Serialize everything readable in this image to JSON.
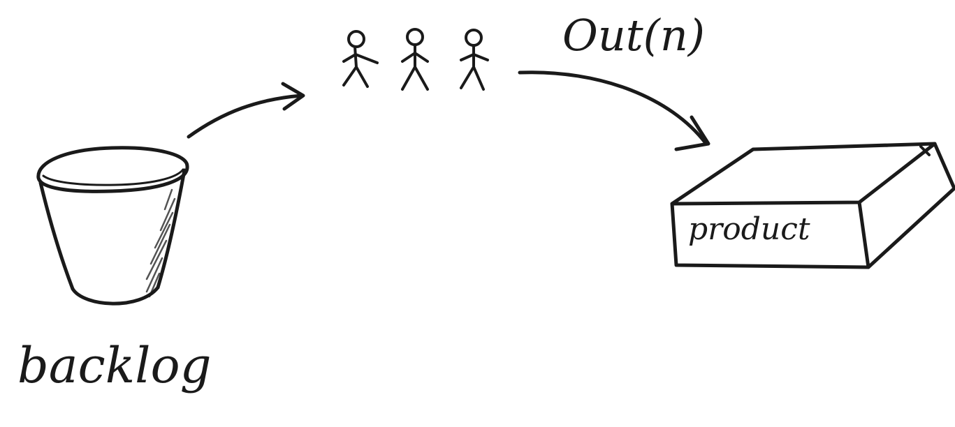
{
  "diagram": {
    "labels": {
      "backlog": "backlog",
      "output": "Out(n)",
      "product": "product"
    },
    "nodes": [
      {
        "id": "backlog",
        "shape": "bucket"
      },
      {
        "id": "team",
        "shape": "stick-figures",
        "count": 3
      },
      {
        "id": "product",
        "shape": "box"
      }
    ],
    "edges": [
      {
        "from": "backlog",
        "to": "team"
      },
      {
        "from": "team",
        "to": "product",
        "label": "Out(n)"
      }
    ]
  },
  "colors": {
    "ink": "#1a1a1a",
    "background": "#ffffff"
  }
}
